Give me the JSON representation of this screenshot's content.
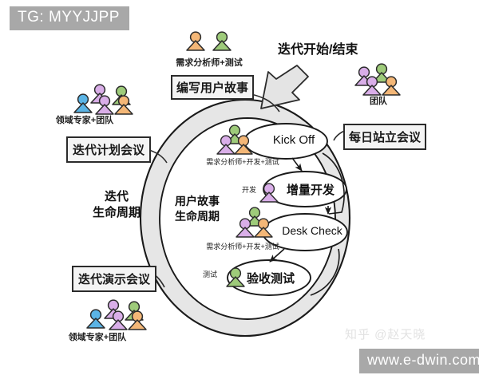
{
  "badge": {
    "text": "TG: MYYJJPP"
  },
  "watermarks": {
    "zhihu": "知乎 @赵天晓",
    "url": "www.e-dwin.com"
  },
  "colors": {
    "ring_fill": "#e6e6e6",
    "stroke": "#1a1a1a",
    "box_fill": "#f4f4f4",
    "badge_gray": "#a8a8a8",
    "person_blue": "#5bb4e5",
    "person_purple": "#d9aee8",
    "person_green": "#9ecb7a",
    "person_orange": "#f4b777",
    "watermark_gray": "#e2e2e2"
  },
  "labels": {
    "iteration_boundary": "迭代开始/结束",
    "iteration_lifecycle": [
      "迭代",
      "生命周期"
    ],
    "story_lifecycle": [
      "用户故事",
      "生命周期"
    ]
  },
  "boxes": [
    {
      "id": "iteration-planning-meeting",
      "title": "迭代计划会议",
      "role_caption": "领域专家+团队",
      "people": [
        "blue",
        "purple",
        "green",
        "purple",
        "orange"
      ]
    },
    {
      "id": "write-user-stories",
      "title": "编写用户故事",
      "role_caption": "需求分析师+测试",
      "people": [
        "orange",
        "green"
      ]
    },
    {
      "id": "daily-standup-meeting",
      "title": "每日站立会议",
      "role_caption": "团队",
      "people": [
        "purple",
        "green",
        "purple",
        "orange"
      ]
    },
    {
      "id": "iteration-demo-meeting",
      "title": "迭代演示会议",
      "role_caption": "领域专家+团队",
      "people": [
        "blue",
        "purple",
        "green",
        "purple",
        "orange"
      ]
    }
  ],
  "nodes": [
    {
      "id": "kick-off",
      "title": "Kick Off",
      "lang": "en",
      "role_caption": "需求分析师+开发+测试",
      "people": [
        "purple",
        "green",
        "orange"
      ]
    },
    {
      "id": "incremental-dev",
      "title": "增量开发",
      "lang": "cn",
      "role_caption": "开发",
      "people": [
        "purple"
      ]
    },
    {
      "id": "desk-check",
      "title": "Desk Check",
      "lang": "en",
      "role_caption": "需求分析师+开发+测试",
      "people": [
        "purple",
        "green",
        "orange"
      ]
    },
    {
      "id": "acceptance-test",
      "title": "验收测试",
      "lang": "cn",
      "role_caption": "测试",
      "people": [
        "green"
      ]
    }
  ]
}
